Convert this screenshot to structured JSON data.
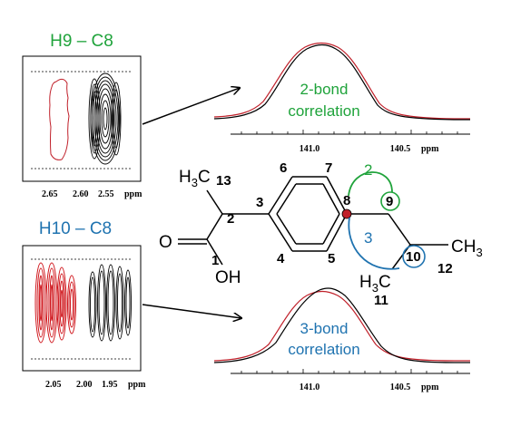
{
  "panels": {
    "top": {
      "title": "H9 – C8",
      "title_color": "#1fa33b",
      "ticks": [
        "2.65",
        "2.60",
        "2.55"
      ],
      "unit": "ppm"
    },
    "bottom": {
      "title": "H10 – C8",
      "title_color": "#1f73b0",
      "ticks": [
        "2.05",
        "2.00",
        "1.95"
      ],
      "unit": "ppm"
    }
  },
  "spectra": {
    "top": {
      "label_line1": "2-bond",
      "label_line2": "correlation",
      "label_color": "#1fa33b",
      "ticks": [
        "141.0",
        "140.5"
      ],
      "unit": "ppm"
    },
    "bottom": {
      "label_line1": "3-bond",
      "label_line2": "correlation",
      "label_color": "#1f73b0",
      "ticks": [
        "141.0",
        "140.5"
      ],
      "unit": "ppm"
    }
  },
  "molecule": {
    "ch3_h": "H",
    "ch3_sub": "3",
    "ch3_c": "C",
    "ch3_right_c": "CH",
    "ch3_right_sub": "3",
    "h3c11_h": "H",
    "h3c11_sub": "3",
    "h3c11_c": "C",
    "o_label": "O",
    "oh_label": "OH",
    "n1": "1",
    "n2": "2",
    "n3": "3",
    "n4": "4",
    "n5": "5",
    "n6": "6",
    "n7": "7",
    "n8": "8",
    "n9": "9",
    "n10": "10",
    "n11": "11",
    "n12": "12",
    "n13": "13",
    "arc_2": "2",
    "arc_3": "3",
    "colors": {
      "green": "#1fa33b",
      "blue": "#1f73b0",
      "red_atom": "#c0202a"
    }
  }
}
